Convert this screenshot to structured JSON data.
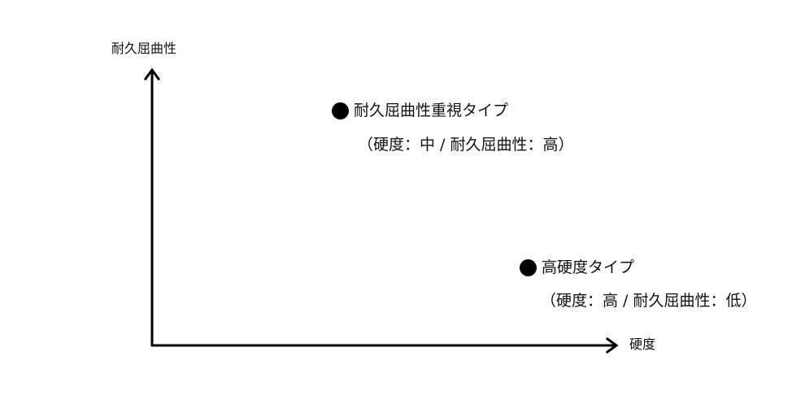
{
  "diagram": {
    "type": "positioning-map",
    "axes": {
      "y_label": "耐久屈曲性",
      "x_label": "硬度"
    },
    "items": [
      {
        "bullet_icon": "black-circle-icon",
        "title": "耐久屈曲性重視タイプ",
        "subtitle": "（硬度：中 / 耐久屈曲性：高）",
        "hardness": "中",
        "flex_durability": "高"
      },
      {
        "bullet_icon": "black-circle-icon",
        "title": "高硬度タイプ",
        "subtitle": "（硬度：高 / 耐久屈曲性：低）",
        "hardness": "高",
        "flex_durability": "低"
      }
    ],
    "colors": {
      "axis": "#000000",
      "text": "#111111",
      "background": "#ffffff"
    }
  }
}
